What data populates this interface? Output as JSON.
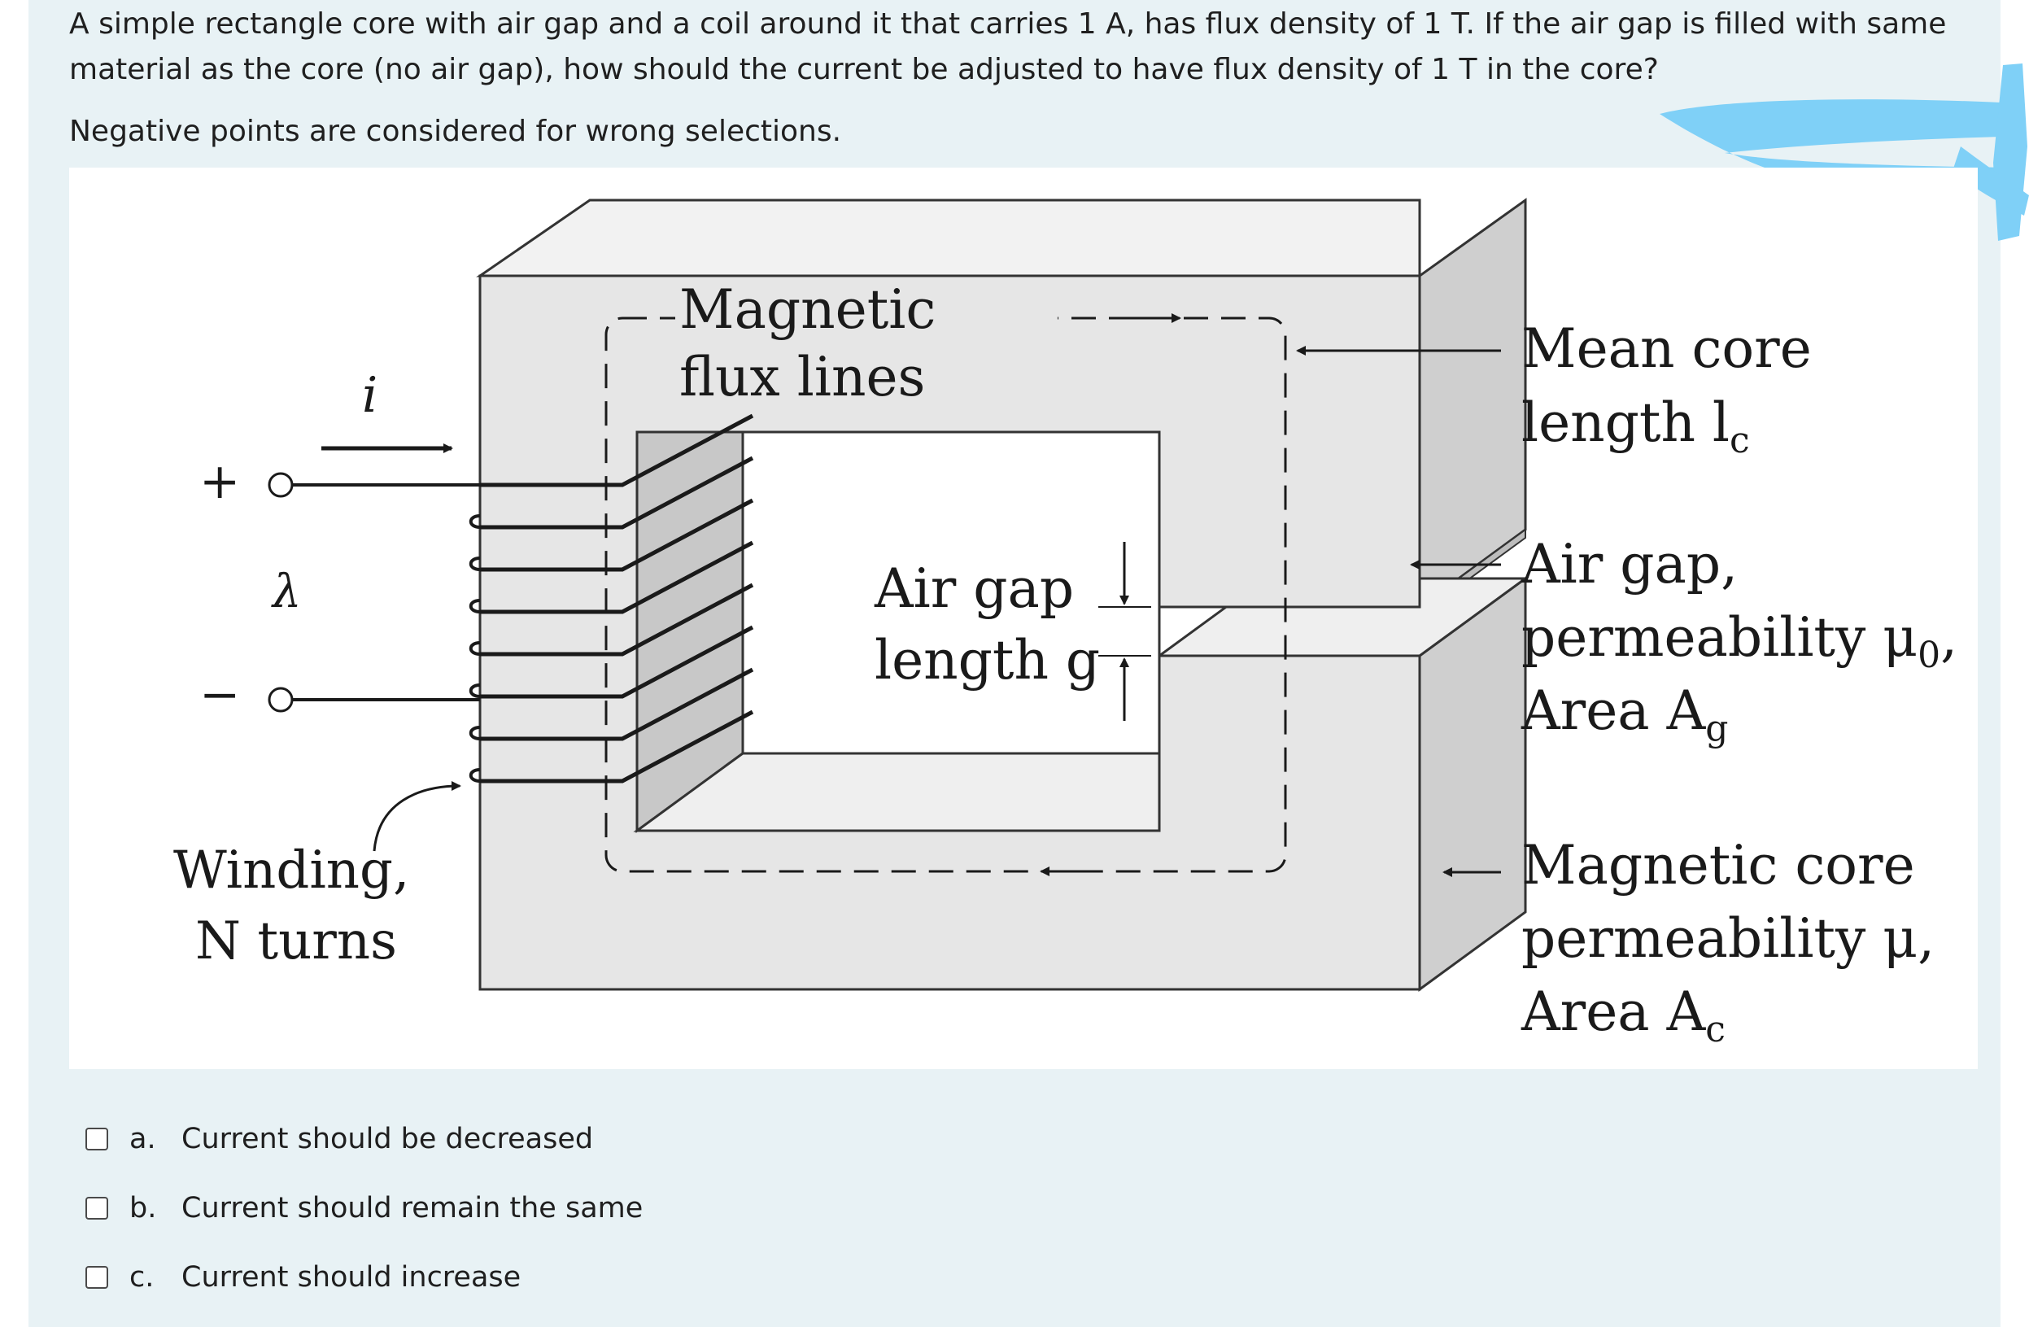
{
  "question": {
    "text": "A simple rectangle core with air gap and a coil around it that carries 1 A, has flux density of 1 T. If the air gap is filled with same material as the core (no air gap), how should the current be adjusted to have flux density of 1 T in the core?",
    "note": "Negative points are considered for wrong selections."
  },
  "diagram": {
    "current_label": "i",
    "plus_label": "+",
    "minus_label": "−",
    "lambda_label": "λ",
    "flux_line1": "Magnetic",
    "flux_line2": "flux lines",
    "airgap_line1": "Air gap",
    "airgap_line2": "length g",
    "winding_line1": "Winding,",
    "winding_line2": "N turns",
    "mean_line1": "Mean core",
    "mean_line2": "length l",
    "mean_sub": "c",
    "gap_line1": "Air gap,",
    "gap_line2": "permeability μ",
    "gap_sub0": "0",
    "gap_comma": ",",
    "gap_line3": "Area A",
    "gap_sub": "g",
    "core_line1": "Magnetic core",
    "core_line2": "permeability μ,",
    "core_line3": "Area A",
    "core_sub": "c"
  },
  "options": [
    {
      "letter": "a.",
      "text": "Current should be decreased"
    },
    {
      "letter": "b.",
      "text": "Current should remain the same"
    },
    {
      "letter": "c.",
      "text": "Current should increase"
    }
  ],
  "colors": {
    "panel_bg": "#e8f2f5",
    "scribble": "#7fd0f7",
    "core_front": "#e6e6e6",
    "core_side": "#cfcfcf",
    "core_top": "#f2f2f2"
  }
}
